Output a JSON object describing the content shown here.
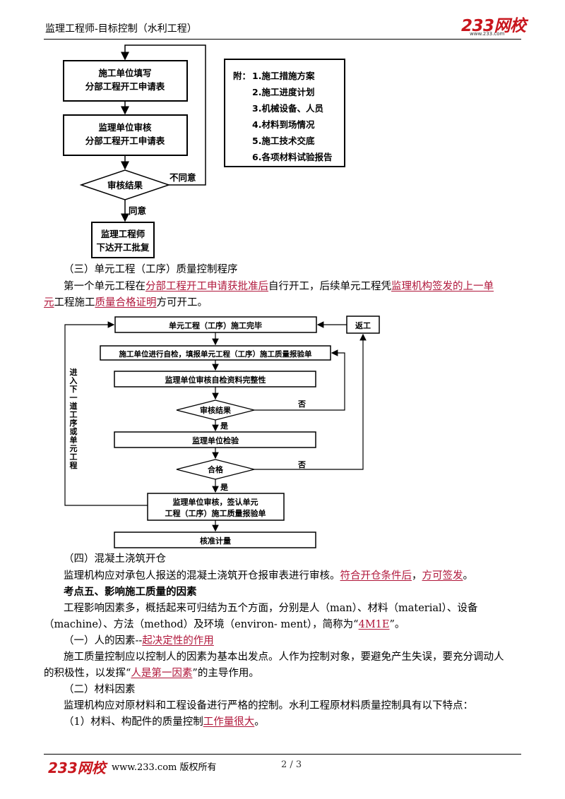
{
  "header": {
    "title": "监理工程师-目标控制（水利工程）",
    "logo": "233网校",
    "logo_url": "www.233.com"
  },
  "flow1": {
    "box1": [
      "施工单位填写",
      "分部工程开工申请表"
    ],
    "box2": [
      "监理单位审核",
      "分部工程开工申请表"
    ],
    "decision": "审核结果",
    "disagree": "不同意",
    "agree": "同意",
    "box3": [
      "监理工程师",
      "下达开工批复"
    ],
    "attach_head": "附：",
    "attachments": [
      "1.施工措施方案",
      "2.施工进度计划",
      "3.机械设备、人员",
      "4.材料到场情况",
      "5.施工技术交底",
      "6.各项材料试验报告"
    ]
  },
  "sec3": {
    "heading": "（三）单元工程（工序）质量控制程序",
    "p1": "第一个单元工程在",
    "p1_u1": "分部工程开工申请获批准后",
    "p1_b": "自行开工，后续单元工程凭",
    "p1_u2": "监理机构签发的上一单",
    "p2_u2": "元",
    "p2_a": "工程施工",
    "p2_u3": "质量合格证明",
    "p2_b": "方可开工。"
  },
  "flow2": {
    "b1": "单元工程（工序）施工完毕",
    "rework": "返工",
    "b2": "施工单位进行自检，填报单元工程（工序）施工质量报验单",
    "b3": "监理单位审核自检资料完整性",
    "d1": "审核结果",
    "no1": "否",
    "yes1": "是",
    "b4": "监理单位检验",
    "d2": "合格",
    "no2": "否",
    "yes2": "是",
    "b5": [
      "监理单位审核，签认单元",
      "工程（工序）施工质量报验单"
    ],
    "b6": "核准计量",
    "side": [
      "进",
      "入",
      "下",
      "一",
      "道",
      "工",
      "序",
      "或",
      "单",
      "元",
      "工",
      "程"
    ]
  },
  "sec4": {
    "heading": "（四）混凝土浇筑开仓",
    "p_a": "监理机构应对承包人报送的混凝土浇筑开仓报审表进行审核。",
    "p_u1": "符合开仓条件后",
    "p_b": "，",
    "p_u2": "方可签发",
    "p_c": "。"
  },
  "sec5": {
    "heading": "考点五、影响施工质量的因素",
    "p1": "工程影响因素多，概括起来可归结为五个方面，分别是人（man）、材料（material）、设备",
    "p2_a": "（machine）、方法（method）及环境（environ- ment），简称为“",
    "p2_u": "4M1E",
    "p2_b": "”。",
    "s1_a": "（一）人的因素--",
    "s1_u": "起决定性的作用",
    "s1_p1": "施工质量控制应以控制人的因素为基本出发点。人作为控制对象，要避免产生失误，要充分调动人",
    "s1_p2_a": "的积极性，以发挥“",
    "s1_p2_u": "人是第一因素",
    "s1_p2_b": "”的主导作用。",
    "s2": "（二）材料因素",
    "s2_p": "监理机构应对原材料和工程设备进行严格的控制。水利工程原材料质量控制具有以下特点：",
    "s2_1a": "（1）材料、构配件的质量控制",
    "s2_1u": "工作量很大",
    "s2_1b": "。"
  },
  "footer": {
    "logo": "233网校",
    "text": "www.233.com 版权所有",
    "page": "2 / 3"
  }
}
